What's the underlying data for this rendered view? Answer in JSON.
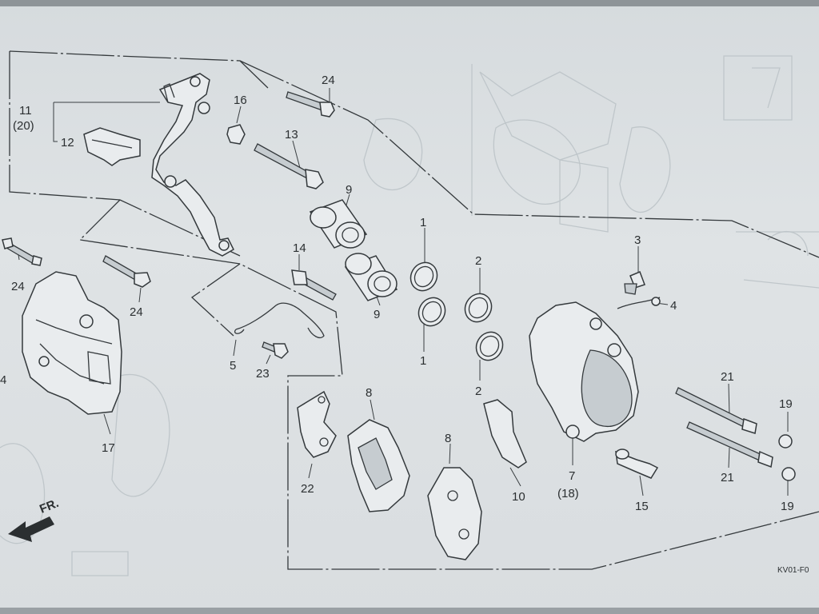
{
  "diagram": {
    "drawing_code": "KV01-F0",
    "direction_label": "FR."
  },
  "callouts": {
    "c1a": "1",
    "c1b": "1",
    "c2a": "2",
    "c2b": "2",
    "c3": "3",
    "c4": "4",
    "c5": "5",
    "c7": "7",
    "c7alt": "(18)",
    "c8a": "8",
    "c8b": "8",
    "c9a": "9",
    "c9b": "9",
    "c10": "10",
    "c11": "11",
    "c11alt": "(20)",
    "c12": "12",
    "c13": "13",
    "c14": "14",
    "c15": "15",
    "c16": "16",
    "c17": "17",
    "c19a": "19",
    "c19b": "19",
    "c21a": "21",
    "c21b": "21",
    "c22": "22",
    "c23": "23",
    "c24a": "24",
    "c24b": "24",
    "c24c": "24",
    "c4edge": "4"
  },
  "colors": {
    "paper": "#dfe3e5",
    "ink": "#2b2f31",
    "ghost": "#bfc6ca"
  }
}
